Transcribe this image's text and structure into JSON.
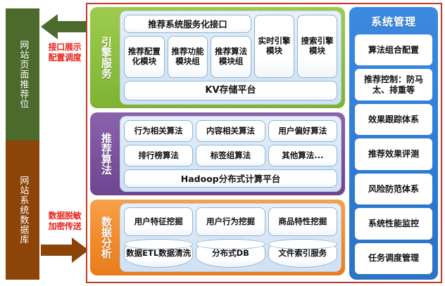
{
  "left_column": {
    "blocks": [
      {
        "label": "网站页面推荐位",
        "color": "#4b6a2b"
      },
      {
        "label": "网站系统数据库",
        "color": "#8d4408"
      }
    ]
  },
  "arrows": [
    {
      "icon": "arrow-left-icon",
      "direction": "left",
      "label": "接口展示\n配置调度",
      "line1": "接口展示",
      "line2": "配置调度",
      "color": "#4b6a2b",
      "text_color": "#e8231b"
    },
    {
      "icon": "arrow-right-icon",
      "direction": "right",
      "label": "数据脱敏\n加密传送",
      "line1": "数据脱敏",
      "line2": "加密传送",
      "color": "#8d4408",
      "text_color": "#e8231b"
    }
  ],
  "frame": {
    "border_color": "#c0392b"
  },
  "bands": [
    {
      "name": "engine",
      "label": "引擎服务",
      "color": "#8cbf3f",
      "api": "推荐系统服务化接口",
      "modules": [
        "推荐配置化模块",
        "推荐功能模块组",
        "推荐算法模块组"
      ],
      "tall_modules": [
        "实时引擎模块",
        "搜索引擎模块"
      ],
      "platform": "KV存储平台"
    },
    {
      "name": "algorithm",
      "label": "推荐算法",
      "color": "#7b519d",
      "row1": [
        "行为相关算法",
        "内容相关算法",
        "用户偏好算法"
      ],
      "row2": [
        "排行榜算法",
        "标签组算法",
        "其他算法..."
      ],
      "platform": "Hadoop分布式计算平台"
    },
    {
      "name": "data",
      "label": "数据分析",
      "color": "#f2892a",
      "row1": [
        "用户特征挖掘",
        "用户行为挖掘",
        "商品特性挖掘"
      ],
      "row2": [
        "数据ETL数据清洗",
        "分布式DB",
        "文件索引服务"
      ]
    }
  ],
  "sidebar": {
    "title": "系统管理",
    "color": "#2e7cd6",
    "items": [
      {
        "label": "算法组合配置"
      },
      {
        "label": "推荐控制：防马太、排重等"
      },
      {
        "label": "效果跟踪体系"
      },
      {
        "label": "推荐效果评测"
      },
      {
        "label": "风险防范体系"
      },
      {
        "label": "系统性能监控"
      },
      {
        "label": "任务调度管理"
      }
    ]
  }
}
